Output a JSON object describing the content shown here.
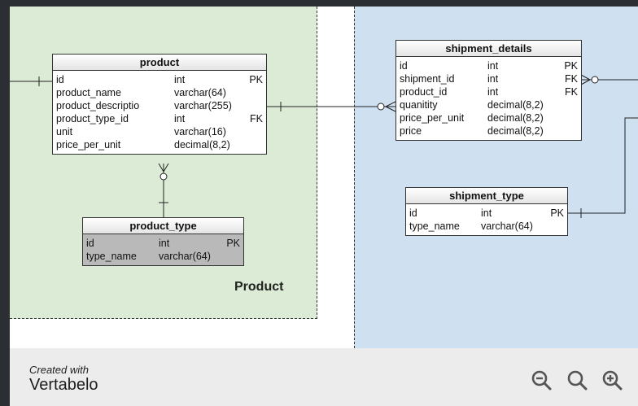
{
  "areas": {
    "product_label": "Product"
  },
  "tables": {
    "product": {
      "name": "product",
      "rows": [
        {
          "name": "id",
          "type": "int",
          "key": "PK"
        },
        {
          "name": "product_name",
          "type": "varchar(64)",
          "key": ""
        },
        {
          "name": "product_descriptio",
          "type": "varchar(255)",
          "key": ""
        },
        {
          "name": "product_type_id",
          "type": "int",
          "key": "FK"
        },
        {
          "name": "unit",
          "type": "varchar(16)",
          "key": ""
        },
        {
          "name": "price_per_unit",
          "type": "decimal(8,2)",
          "key": ""
        }
      ]
    },
    "product_type": {
      "name": "product_type",
      "rows": [
        {
          "name": "id",
          "type": "int",
          "key": "PK"
        },
        {
          "name": "type_name",
          "type": "varchar(64)",
          "key": ""
        }
      ]
    },
    "shipment_details": {
      "name": "shipment_details",
      "rows": [
        {
          "name": "id",
          "type": "int",
          "key": "PK"
        },
        {
          "name": "shipment_id",
          "type": "int",
          "key": "FK"
        },
        {
          "name": "product_id",
          "type": "int",
          "key": "FK"
        },
        {
          "name": "quanitity",
          "type": "decimal(8,2)",
          "key": ""
        },
        {
          "name": "price_per_unit",
          "type": "decimal(8,2)",
          "key": ""
        },
        {
          "name": "price",
          "type": "decimal(8,2)",
          "key": ""
        }
      ]
    },
    "shipment_type": {
      "name": "shipment_type",
      "rows": [
        {
          "name": "id",
          "type": "int",
          "key": "PK"
        },
        {
          "name": "type_name",
          "type": "varchar(64)",
          "key": ""
        }
      ]
    }
  },
  "footer": {
    "created_with": "Created with",
    "brand": "Vertabelo",
    "icons": [
      "zoom-out-icon",
      "zoom-reset-icon",
      "zoom-in-icon"
    ]
  },
  "colors": {
    "product_area": "#dcebd5",
    "shipment_area": "#cfe0f1",
    "footer": "#ececec"
  }
}
